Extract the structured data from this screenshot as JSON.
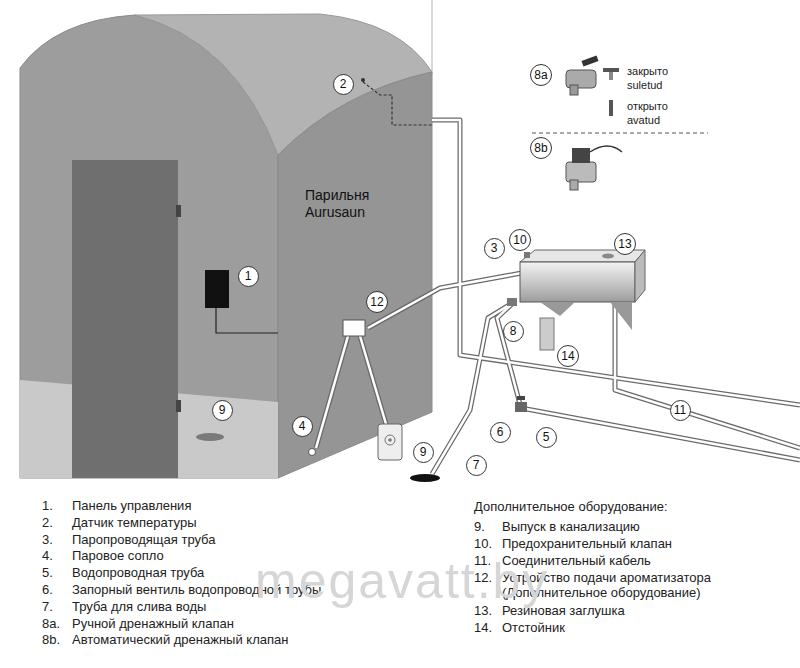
{
  "diagram": {
    "labels": [
      "Парильня Aurusaun",
      "1",
      "2",
      "3",
      "10",
      "13",
      "12",
      "8",
      "14",
      "4",
      "9",
      "9",
      "6",
      "5",
      "7",
      "11",
      "8a",
      "8b",
      "закрыто",
      "suletud",
      "открыто",
      "avatud",
      "1.",
      "Панель управления",
      "2.",
      "Датчик температуры",
      "3.",
      "Паропроводящая труба",
      "4.",
      "Паровое сопло",
      "5.",
      "Водопроводная труба",
      "6.",
      "Запорный вентиль водопроводной трубы",
      "7.",
      "Труба для слива воды",
      "8a.",
      "Ручной дренажный клапан",
      "8b.",
      "Автоматический дренажный клапан",
      "Дополнительное оборудование:",
      "9.",
      "Выпуск в канализацию",
      "10.",
      "Предохранительный клапан",
      "11.",
      "Соединительный кабель",
      "12.",
      "Устройство подачи ароматизатора (Дополнительное оборудование)",
      "13.",
      "Резиновая заглушка",
      "14.",
      "Отстойник",
      "megavatt.by"
    ]
  }
}
